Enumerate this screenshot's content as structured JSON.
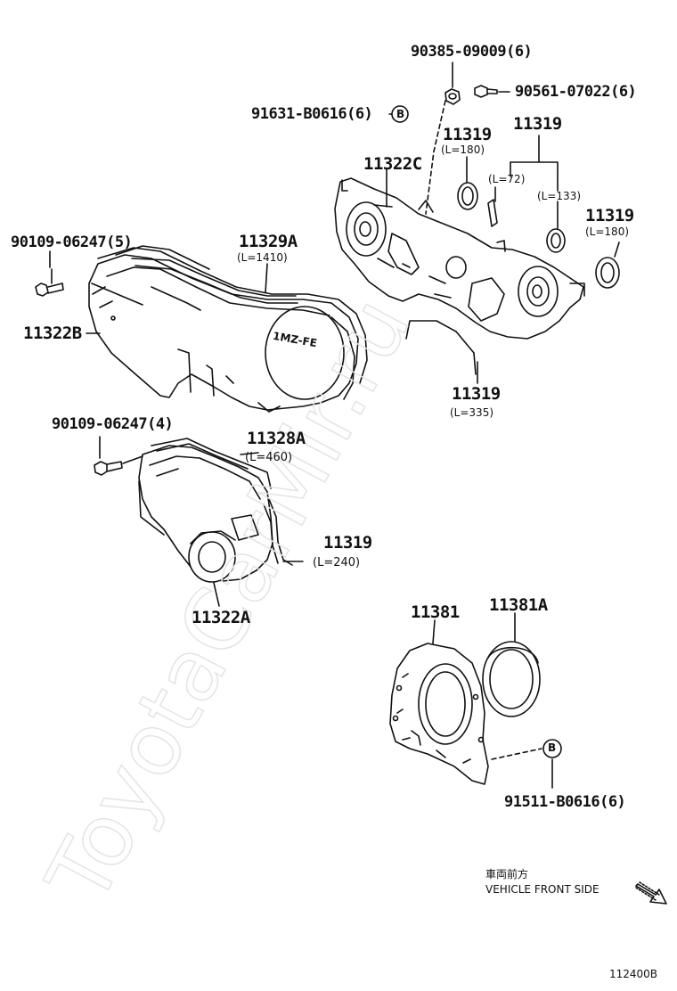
{
  "watermark": "ToyotaCarMir.ru",
  "labels": {
    "p90385": "90385-09009(6)",
    "p90561": "90561-07022(6)",
    "p91631": "91631-B0616(6)",
    "b_top": "B",
    "p11319_a": "11319",
    "p11319_a_len": "(L=180)",
    "p11319_b": "11319",
    "p11319_b_len1": "(L=72)",
    "p11319_b_len2": "(L=133)",
    "p11322C": "11322C",
    "p11319_c": "11319",
    "p11319_c_len": "(L=180)",
    "p90109_5": "90109-06247(5)",
    "p11329A": "11329A",
    "p11329A_len": "(L=1410)",
    "p11322B": "11322B",
    "p11319_d": "11319",
    "p11319_d_len": "(L=335)",
    "p90109_4": "90109-06247(4)",
    "p11328A": "11328A",
    "p11328A_len": "(L=460)",
    "p11319_e": "11319",
    "p11319_e_len": "(L=240)",
    "p11322A": "11322A",
    "p11381": "11381",
    "p11381A": "11381A",
    "b_bottom": "B",
    "p91511": "91511-B0616(6)",
    "cover_text": "1MZ-FE",
    "front_jp": "車両前方",
    "front_en": "VEHICLE FRONT SIDE",
    "figure_no": "112400B"
  }
}
